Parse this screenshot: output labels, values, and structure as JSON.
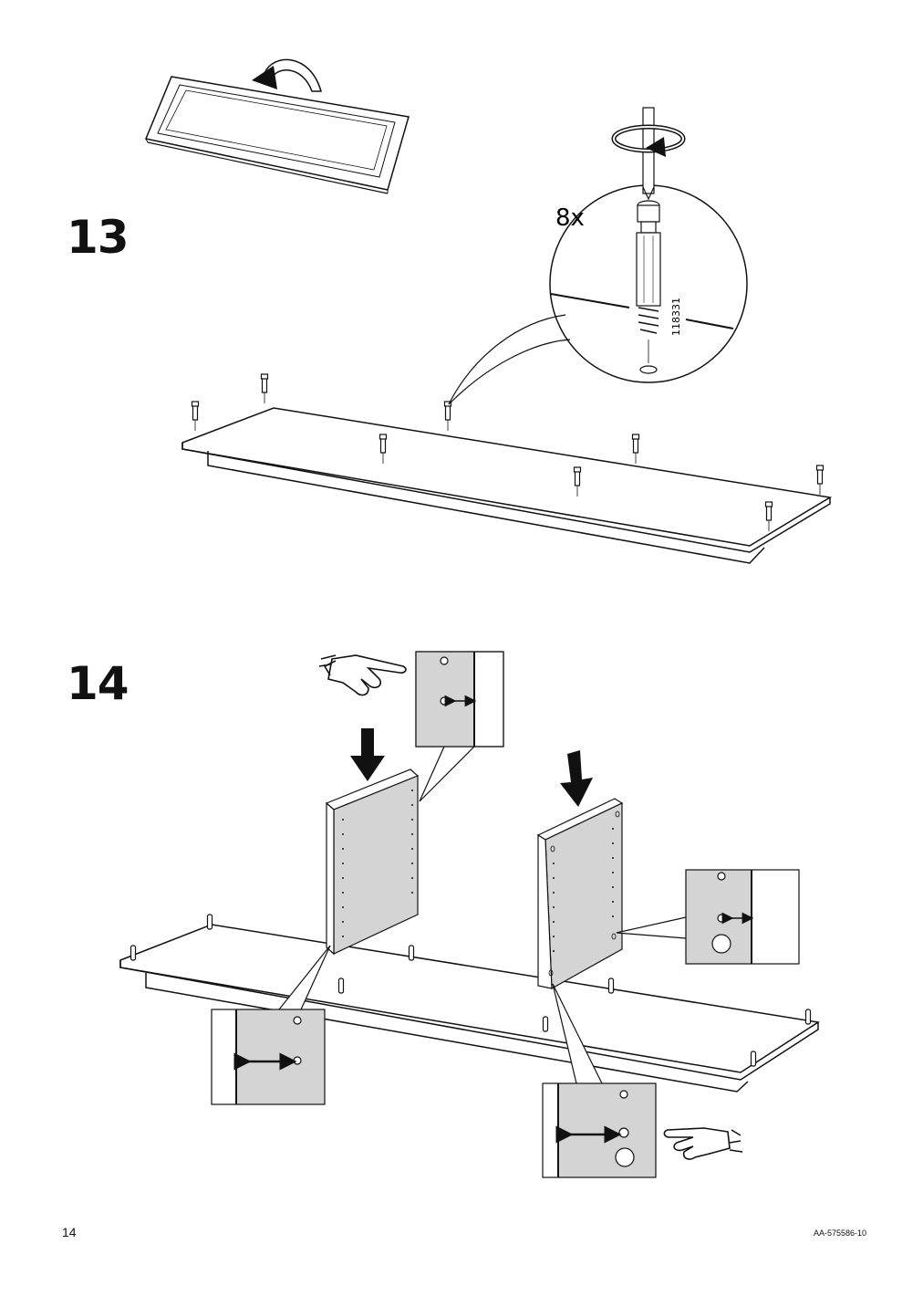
{
  "step13": {
    "number": "13",
    "quantity": "8x",
    "part_number": "118331"
  },
  "step14": {
    "number": "14"
  },
  "footer": {
    "page_number": "14",
    "document_code": "AA-575586-10"
  }
}
